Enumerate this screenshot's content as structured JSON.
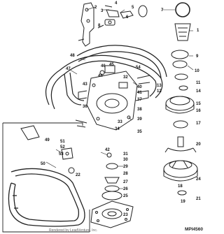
{
  "diagram": {
    "figure_id": "MPI4560",
    "credit": "Rendered by LeadVenture, Inc.",
    "callouts": [
      "1",
      "2",
      "3",
      "4",
      "5",
      "6",
      "7",
      "8",
      "9",
      "10",
      "11",
      "12",
      "13",
      "14",
      "15",
      "16",
      "17",
      "18",
      "19",
      "20",
      "21",
      "22",
      "23",
      "24",
      "25",
      "26",
      "27",
      "28",
      "29",
      "30",
      "31",
      "32",
      "33",
      "34",
      "35",
      "36",
      "37",
      "38",
      "39",
      "40",
      "41",
      "42",
      "43",
      "44",
      "45",
      "46",
      "47",
      "48",
      "49",
      "50",
      "51",
      "52",
      "53",
      "54"
    ]
  }
}
